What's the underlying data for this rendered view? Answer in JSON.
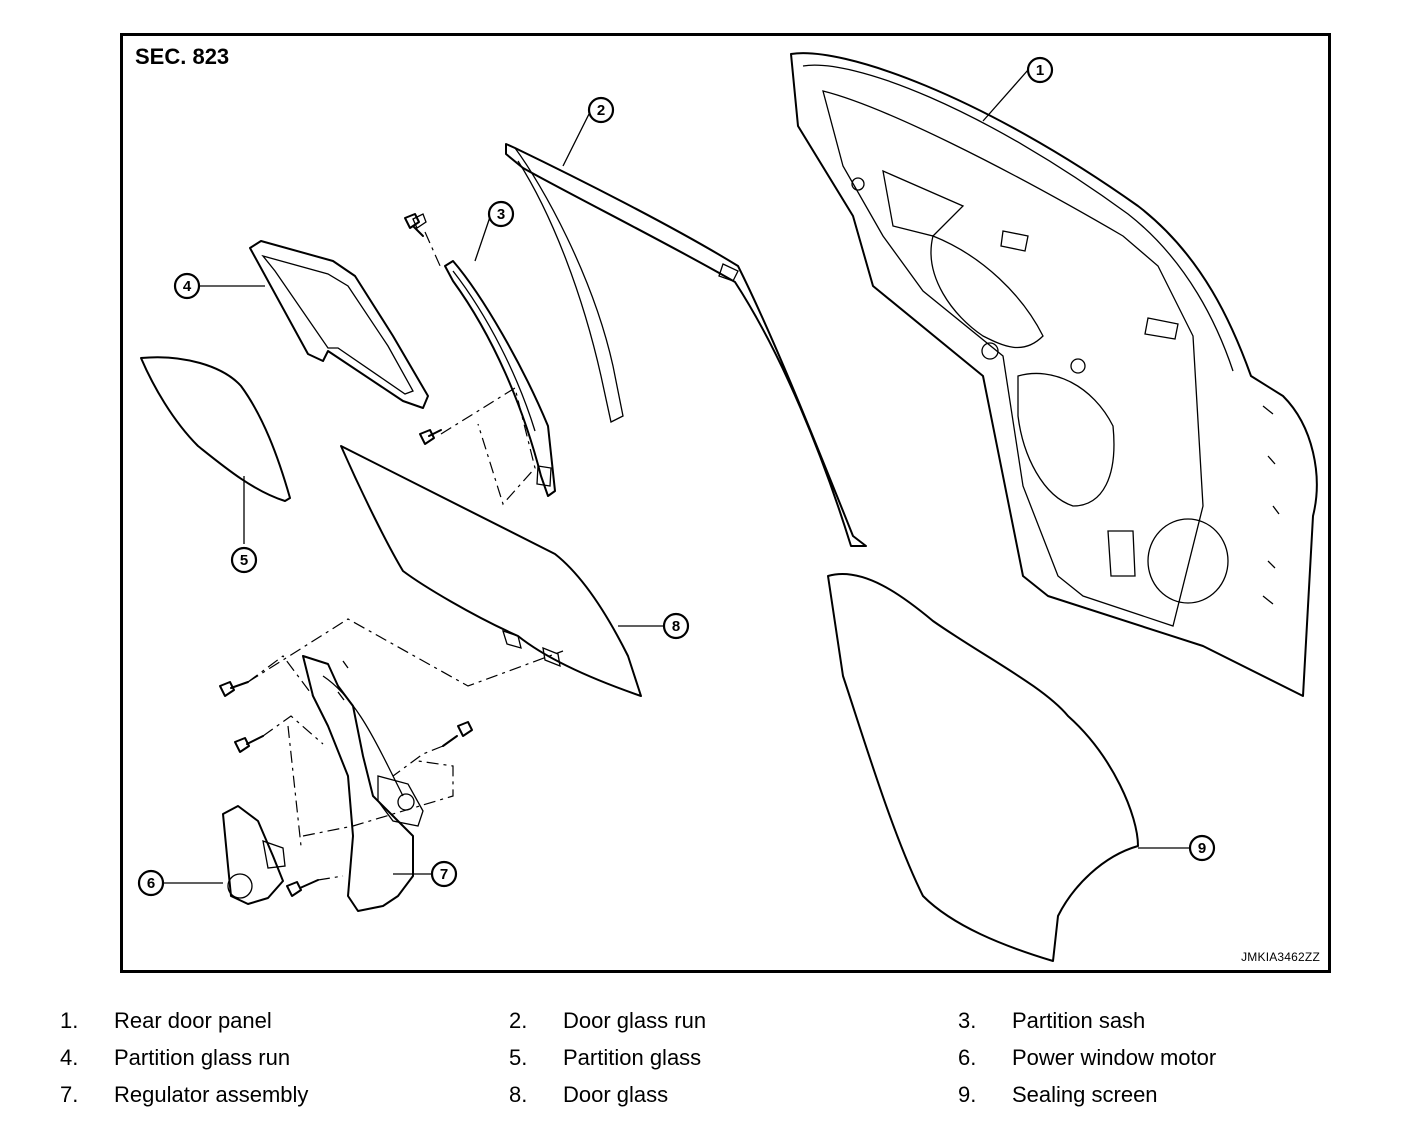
{
  "figure": {
    "section_label": "SEC. 823",
    "image_code": "JMKIA3462ZZ",
    "callouts": [
      "1",
      "2",
      "3",
      "4",
      "5",
      "6",
      "7",
      "8",
      "9"
    ]
  },
  "legend": [
    {
      "num": "1.",
      "label": "Rear door panel"
    },
    {
      "num": "2.",
      "label": "Door glass run"
    },
    {
      "num": "3.",
      "label": "Partition sash"
    },
    {
      "num": "4.",
      "label": "Partition glass run"
    },
    {
      "num": "5.",
      "label": "Partition glass"
    },
    {
      "num": "6.",
      "label": "Power window motor"
    },
    {
      "num": "7.",
      "label": "Regulator assembly"
    },
    {
      "num": "8.",
      "label": "Door glass"
    },
    {
      "num": "9.",
      "label": "Sealing screen"
    }
  ]
}
